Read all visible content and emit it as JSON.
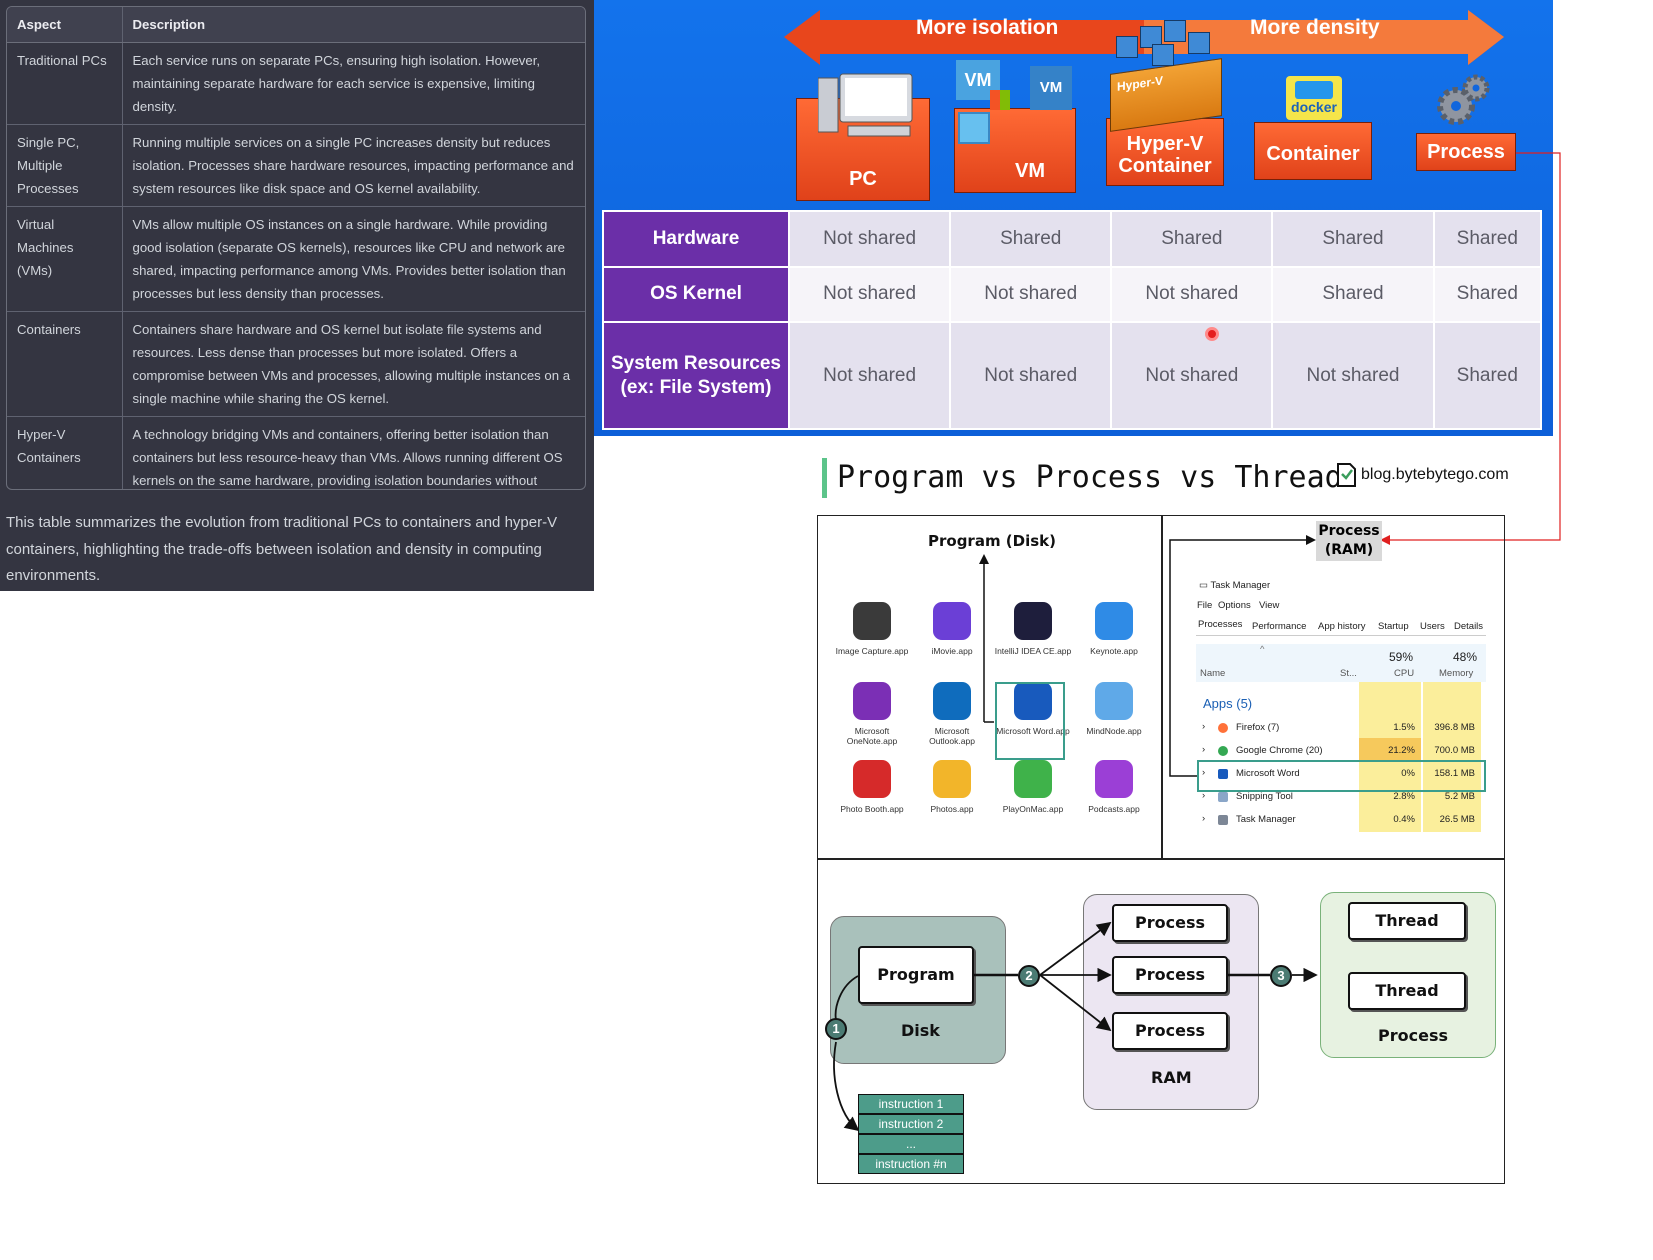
{
  "chat": {
    "headers": [
      "Aspect",
      "Description"
    ],
    "rows": [
      {
        "aspect": "Traditional PCs",
        "description": "Each service runs on separate PCs, ensuring high isolation. However, maintaining separate hardware for each service is expensive, limiting density."
      },
      {
        "aspect": "Single PC, Multiple Processes",
        "description": "Running multiple services on a single PC increases density but reduces isolation. Processes share hardware resources, impacting performance and system resources like disk space and OS kernel availability."
      },
      {
        "aspect": "Virtual Machines (VMs)",
        "description": "VMs allow multiple OS instances on a single hardware. While providing good isolation (separate OS kernels), resources like CPU and network are shared, impacting performance among VMs. Provides better isolation than processes but less density than processes."
      },
      {
        "aspect": "Containers",
        "description": "Containers share hardware and OS kernel but isolate file systems and resources. Less dense than processes but more isolated. Offers a compromise between VMs and processes, allowing multiple instances on a single machine while sharing the OS kernel."
      },
      {
        "aspect": "Hyper-V Containers",
        "description": "A technology bridging VMs and containers, offering better isolation than containers but less resource-heavy than VMs. Allows running different OS kernels on the same hardware, providing isolation boundaries without sharing the kernel."
      }
    ],
    "summary": "This table summarizes the evolution from traditional PCs to containers and hyper-V containers, highlighting the trade-offs between isolation and density in computing environments."
  },
  "isolation": {
    "arrow_left": "More isolation",
    "arrow_right": "More density",
    "columns": [
      "PC",
      "VM",
      "Hyper-V Container",
      "Container",
      "Process"
    ],
    "icon_labels": {
      "vm": "VM",
      "hyperv": "Hyper-V",
      "docker": "docker"
    },
    "rows": [
      {
        "label": "Hardware",
        "cells": [
          "Not shared",
          "Shared",
          "Shared",
          "Shared",
          "Shared"
        ]
      },
      {
        "label": "OS Kernel",
        "cells": [
          "Not shared",
          "Not shared",
          "Not shared",
          "Shared",
          "Shared"
        ]
      },
      {
        "label": "System Resources (ex: File System)",
        "cells": [
          "Not shared",
          "Not shared",
          "Not shared",
          "Not shared",
          "Shared"
        ]
      }
    ]
  },
  "ppt": {
    "title": "Program vs Process vs Thread",
    "blog": "blog.bytebytego.com",
    "program_disk": "Program (Disk)",
    "process_ram": "Process (RAM)",
    "apps": [
      {
        "name": "Image Capture.app",
        "color": "#3a3a3a"
      },
      {
        "name": "iMovie.app",
        "color": "#6b3fd6"
      },
      {
        "name": "IntelliJ IDEA CE.app",
        "color": "#1e1e3c"
      },
      {
        "name": "Keynote.app",
        "color": "#2f8be6"
      },
      {
        "name": "Microsoft OneNote.app",
        "color": "#7b2fb5"
      },
      {
        "name": "Microsoft Outlook.app",
        "color": "#0f6cbd"
      },
      {
        "name": "Microsoft Word.app",
        "color": "#185abd"
      },
      {
        "name": "MindNode.app",
        "color": "#5fa9e8"
      },
      {
        "name": "Photo Booth.app",
        "color": "#d62a2a"
      },
      {
        "name": "Photos.app",
        "color": "#f2b52a"
      },
      {
        "name": "PlayOnMac.app",
        "color": "#3fb24a"
      },
      {
        "name": "Podcasts.app",
        "color": "#9b3fd6"
      }
    ],
    "task_manager": {
      "title": "Task Manager",
      "menu": [
        "File",
        "Options",
        "View"
      ],
      "tabs": [
        "Processes",
        "Performance",
        "App history",
        "Startup",
        "Users",
        "Details"
      ],
      "col_name": "Name",
      "col_status": "St...",
      "cpu_pct": "59%",
      "cpu_label": "CPU",
      "mem_pct": "48%",
      "mem_label": "Memory",
      "group": "Apps (5)",
      "rows": [
        {
          "name": "Firefox (7)",
          "cpu": "1.5%",
          "mem": "396.8 MB"
        },
        {
          "name": "Google Chrome (20)",
          "cpu": "21.2%",
          "mem": "700.0 MB"
        },
        {
          "name": "Microsoft Word",
          "cpu": "0%",
          "mem": "158.1 MB"
        },
        {
          "name": "Snipping Tool",
          "cpu": "2.8%",
          "mem": "5.2 MB"
        },
        {
          "name": "Task Manager",
          "cpu": "0.4%",
          "mem": "26.5 MB"
        }
      ]
    },
    "flow": {
      "program": "Program",
      "disk": "Disk",
      "process": "Process",
      "ram": "RAM",
      "thread": "Thread",
      "thread_group": "Process",
      "steps": [
        "1",
        "2",
        "3"
      ],
      "instructions": [
        "instruction 1",
        "instruction 2",
        "...",
        "instruction #n"
      ]
    }
  },
  "colors": {
    "chat_bg": "#343541",
    "iso_blue": "#1373ec",
    "iso_box": "#f25a26",
    "iso_header": "#6b2fa8",
    "disk_bg": "#a9c1bb",
    "ram_bg": "#ece6f2",
    "thread_bg": "#e7f2e1",
    "highlight": "#3a9d8c"
  }
}
